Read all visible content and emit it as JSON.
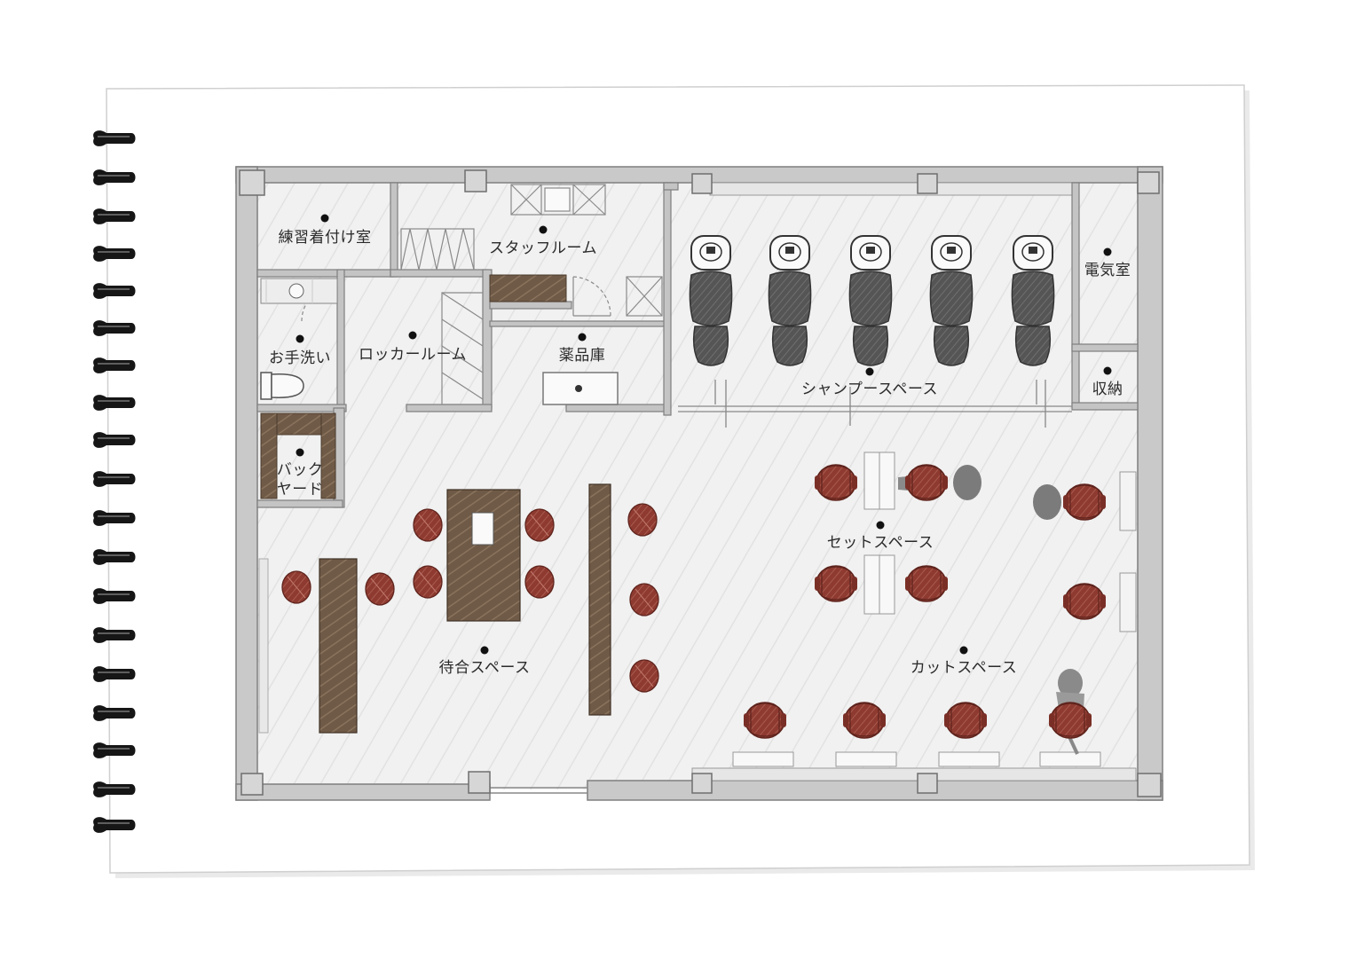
{
  "labels": {
    "practice_room": "練習着付け室",
    "staff_room": "スタッフルーム",
    "hand_wash": "お手洗い",
    "locker_room": "ロッカールーム",
    "medicine_storage": "薬品庫",
    "electric_room": "電気室",
    "storage": "収納",
    "shampoo_space": "シャンプースペース",
    "backyard_line1": "バック",
    "backyard_line2": "ヤード",
    "set_space": "セットスペース",
    "waiting_space": "待合スペース",
    "cut_space": "カットスペース"
  },
  "colors": {
    "wall": "#bdbdbd",
    "wall_dark": "#8a8a8a",
    "floor": "#efefef",
    "wood": "#6e5a48",
    "chair": "#8e3a30",
    "shampoo_chair": "#555555",
    "person": "#7a7a7a",
    "spiral": "#1a1a1a"
  },
  "icons": {
    "binding": "spiral-binding-icon",
    "shampoo_chair": "shampoo-chair-icon",
    "chair": "salon-chair-icon",
    "person": "person-icon",
    "toilet": "toilet-icon",
    "sink": "sink-icon"
  }
}
